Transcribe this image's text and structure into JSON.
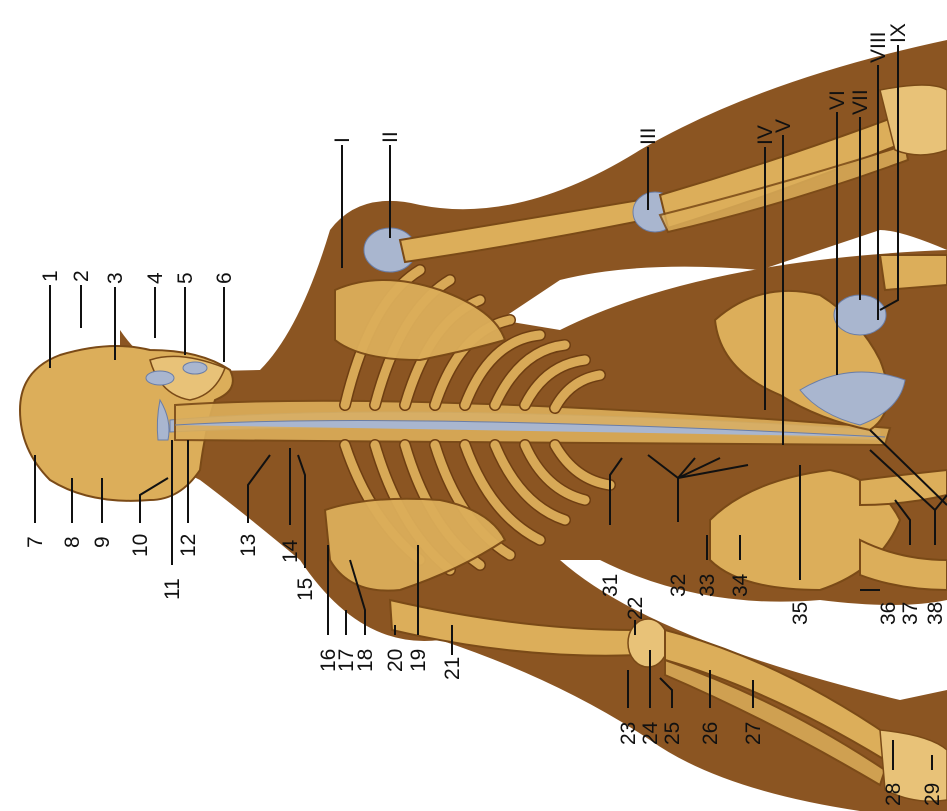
{
  "labels": {
    "n1": "1",
    "n2": "2",
    "n3": "3",
    "n4": "4",
    "n5": "5",
    "n6": "6",
    "n7": "7",
    "n8": "8",
    "n9": "9",
    "n10": "10",
    "n11": "11",
    "n12": "12",
    "n13": "13",
    "n14": "14",
    "n15": "15",
    "n16": "16",
    "n17": "17",
    "n18": "18",
    "n19": "19",
    "n20": "20",
    "n21": "21",
    "n22": "22",
    "n23": "23",
    "n24": "24",
    "n25": "25",
    "n26": "26",
    "n27": "27",
    "n28": "28",
    "n29": "29",
    "n31": "31",
    "n32": "32",
    "n33": "33",
    "n34": "34",
    "n35": "35",
    "n36": "36",
    "n37": "37",
    "n38": "38",
    "rI": "I",
    "rII": "II",
    "rIII": "III",
    "rIV": "IV",
    "rV": "V",
    "rVI": "VI",
    "rVII": "VII",
    "rVIII": "VIII",
    "rIX": "IX"
  },
  "colors": {
    "background": "#ffffff",
    "silhouette": "#8b5522",
    "bone": "#dcae5a",
    "ligament": "#a9b6cf",
    "text": "#111111"
  }
}
